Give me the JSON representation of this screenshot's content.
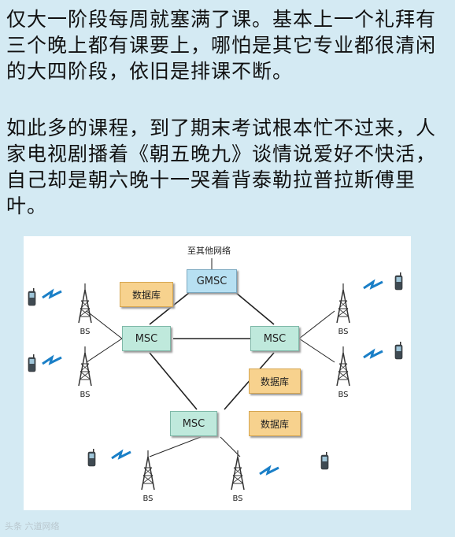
{
  "text": {
    "paragraph1": "仅大一阶段每周就塞满了课。基本上一个礼拜有三个晚上都有课要上，哪怕是其它专业都很清闲的大四阶段，依旧是排课不断。",
    "paragraph2": "如此多的课程，到了期末考试根本忙不过来，人家电视剧播着《朝五晚九》谈情说爱好不快活，自己却是朝六晚十一哭着背泰勒拉普拉斯傅里叶。"
  },
  "diagram": {
    "top_label": "至其他网络",
    "gmsc": "GMSC",
    "msc_left": "MSC",
    "msc_right": "MSC",
    "msc_bottom": "MSC",
    "db_left": "数据库",
    "db_right": "数据库",
    "db_bottom": "数据库",
    "bs": [
      "BS",
      "BS",
      "BS",
      "BS",
      "BS",
      "BS"
    ]
  },
  "watermark": "头条 六道网络",
  "colors": {
    "background": "#d4eaf3",
    "msc": "#bfe9dc",
    "gmsc": "#b7e0f2",
    "database": "#f7d28e",
    "signal": "#1a7fc7"
  }
}
